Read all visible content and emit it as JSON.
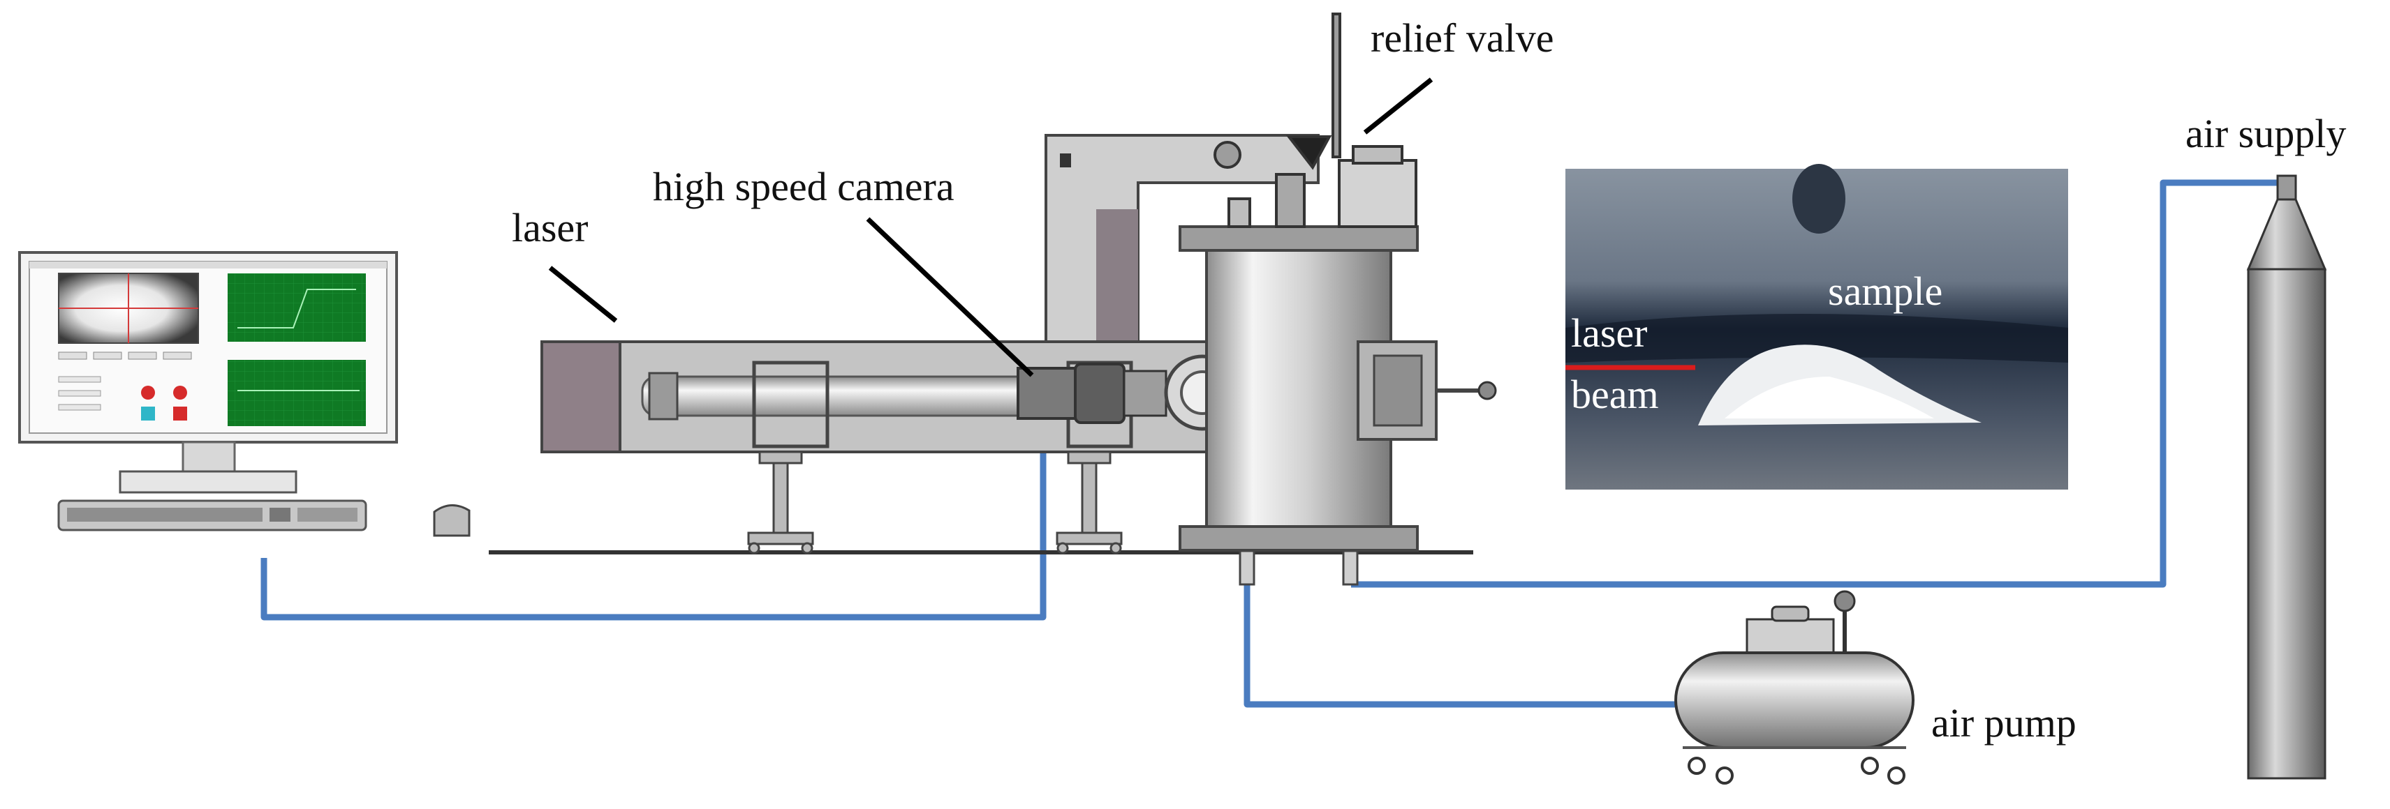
{
  "diagram": {
    "labels": {
      "laser": "laser",
      "high_speed_camera": "high speed camera",
      "relief_valve": "relief valve",
      "air_supply": "air supply",
      "air_pump": "air pump"
    },
    "photo": {
      "sample": "sample",
      "laser_beam_line1": "laser",
      "laser_beam_line2": "beam"
    },
    "colors": {
      "pipe": "#4a7cc0",
      "metal_light": "#e6e6e6",
      "metal_dark": "#6d6d6d",
      "screen_green": "#0f7a24",
      "photo_dark": "#2b3546",
      "beam_red": "#d91c1c"
    }
  }
}
